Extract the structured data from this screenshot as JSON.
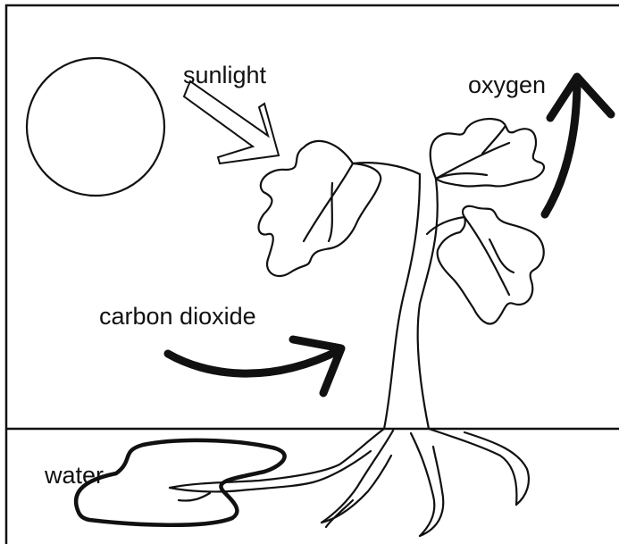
{
  "labels": {
    "sunlight": "sunlight",
    "oxygen": "oxygen",
    "carbon_dioxide": "carbon dioxide",
    "water": "water"
  }
}
